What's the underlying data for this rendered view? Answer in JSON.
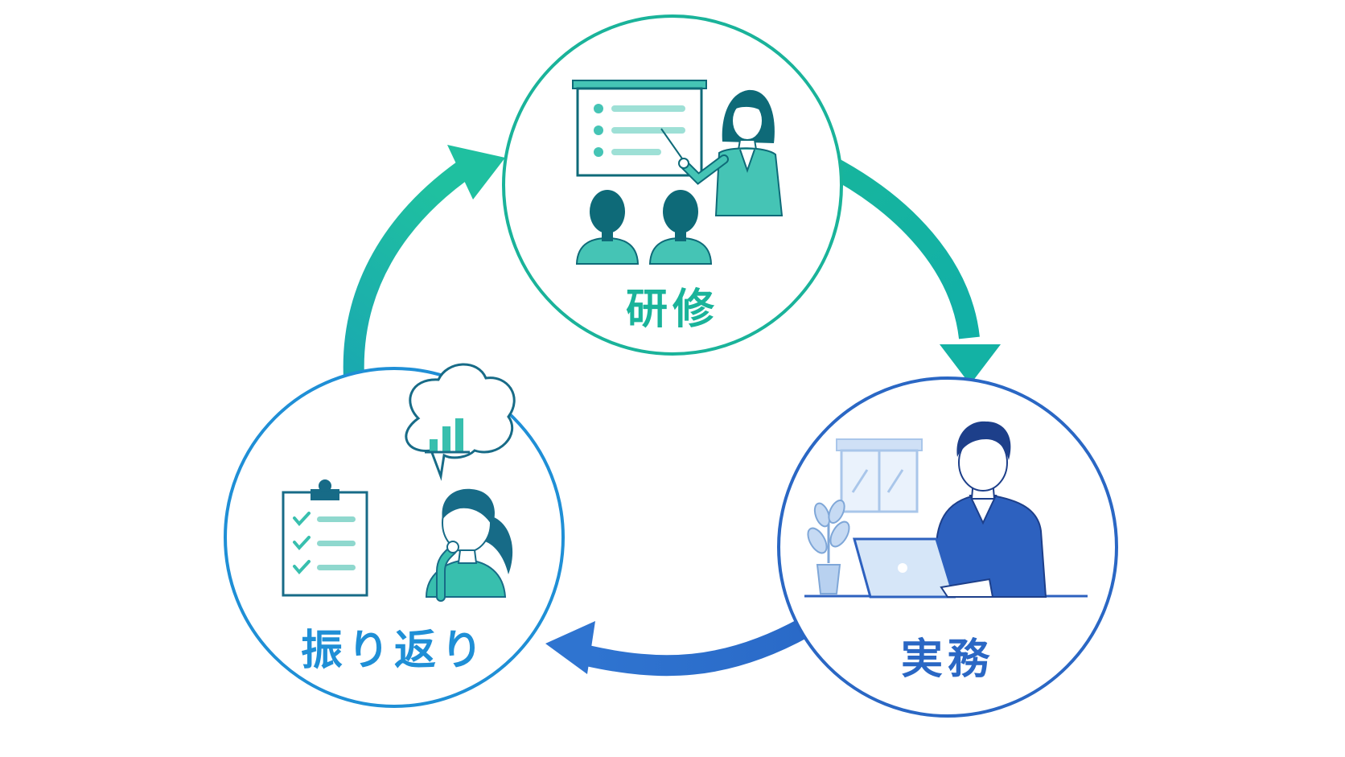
{
  "nodes": {
    "training": {
      "label": "研修",
      "color": "#1ab39a",
      "accent": "#45c4b5",
      "dark": "#0e6a78"
    },
    "work": {
      "label": "実務",
      "color": "#2a67c4",
      "accent": "#2d61bf",
      "light": "#cfe0f6"
    },
    "reflection": {
      "label": "振り返り",
      "color": "#1f8fd6",
      "accent": "#38bfae",
      "dark": "#176b87"
    }
  },
  "arrows": {
    "training_to_work": "#19b4a0",
    "work_to_reflection": "#2a6ac8",
    "reflection_to_training": "#1fb89f"
  },
  "icons": [
    "presentation-board-icon",
    "presenter-icon",
    "audience-icon",
    "laptop-worker-icon",
    "window-icon",
    "potted-plant-icon",
    "checklist-clipboard-icon",
    "bar-chart-bubble-icon",
    "thinking-woman-icon"
  ]
}
